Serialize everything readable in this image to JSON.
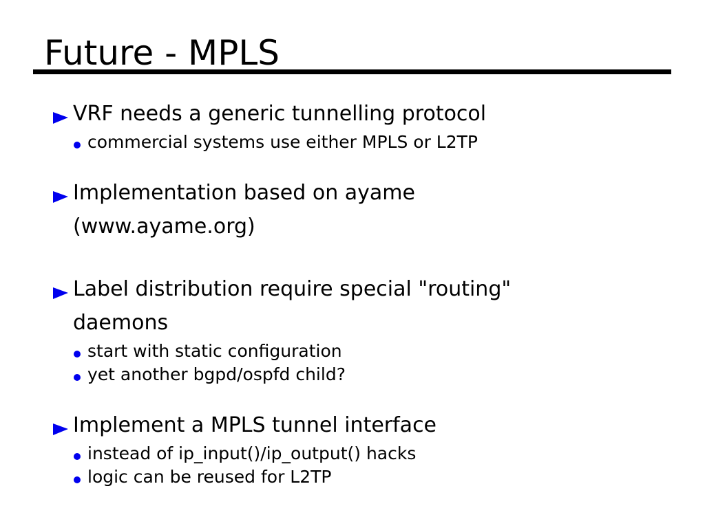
{
  "slide": {
    "title": "Future - MPLS",
    "colors": {
      "background": "#ffffff",
      "text": "#000000",
      "bullet_blue": "#0000ee",
      "rule_black": "#000000"
    },
    "bullets": [
      {
        "lines": [
          "VRF needs a generic tunnelling protocol"
        ],
        "subs": [
          "commercial systems use either MPLS or L2TP"
        ]
      },
      {
        "lines": [
          "Implementation based on ayame",
          "(www.ayame.org)"
        ],
        "subs": []
      },
      {
        "lines": [
          "Label distribution require special \"routing\"",
          "daemons"
        ],
        "subs": [
          "start with static configuration",
          "yet another bgpd/ospfd child?"
        ]
      },
      {
        "lines": [
          "Implement a MPLS tunnel interface"
        ],
        "subs": [
          "instead of ip_input()/ip_output() hacks",
          "logic can be reused for L2TP"
        ]
      }
    ],
    "icons": {
      "level1": "triangle-right-bullet-icon",
      "level2": "dot-bullet-icon"
    }
  }
}
